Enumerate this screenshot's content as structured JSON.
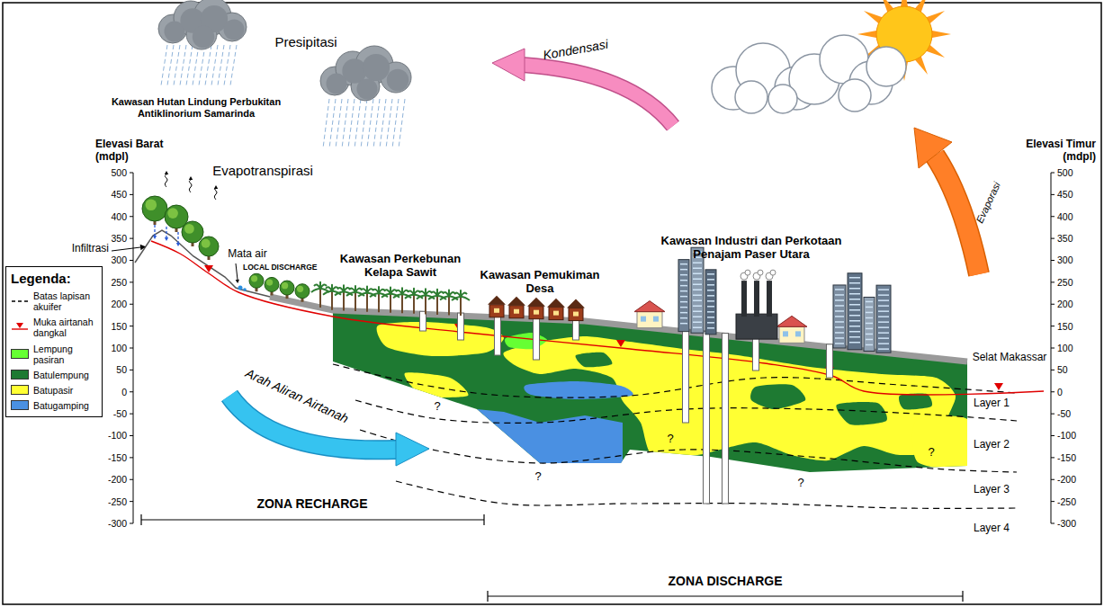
{
  "diagram": {
    "labels": [
      "Presipitasi",
      "Kondensasi",
      "Kawasan Hutan Lindung Perbukitan Antiklinorium Samarinda",
      "Elevasi Barat (mdpl)",
      "Elevasi Timur (mdpl)",
      "Evapotranspirasi",
      "Infiltrasi",
      "Mata air",
      "LOCAL DISCHARGE",
      "Kawasan Perkebunan Kelapa Sawit",
      "Kawasan Pemukiman Desa",
      "Kawasan Industri dan Perkotaan Penajam Paser Utara",
      "Evaporasi",
      "Selat Makassar",
      "Arah Aliran Airtanah",
      "Layer 1",
      "Layer 2",
      "Layer 3",
      "Layer 4",
      "?",
      "?",
      "?",
      "?",
      "?",
      "ZONA RECHARGE",
      "ZONA DISCHARGE",
      "Legenda:",
      "500",
      "450",
      "400",
      "350",
      "300",
      "250",
      "200",
      "150",
      "100",
      "50",
      "0",
      "-50",
      "-100",
      "-150",
      "-200",
      "-250",
      "-300",
      "500",
      "450",
      "400",
      "350",
      "300",
      "250",
      "200",
      "150",
      "100",
      "50",
      "0",
      "-50",
      "-100",
      "-150",
      "-200",
      "-250",
      "-300"
    ],
    "legend": [
      {
        "text": "Batas lapisan akuifer"
      },
      {
        "text": "Muka airtanah dangkal"
      },
      {
        "text": "Lempung pasiran",
        "color": "#66ff33"
      },
      {
        "text": "Batulempung",
        "color": "#1e7a32"
      },
      {
        "text": "Batupasir",
        "color": "#ffff33"
      },
      {
        "text": "Batugamping",
        "color": "#4a90e2"
      }
    ]
  }
}
